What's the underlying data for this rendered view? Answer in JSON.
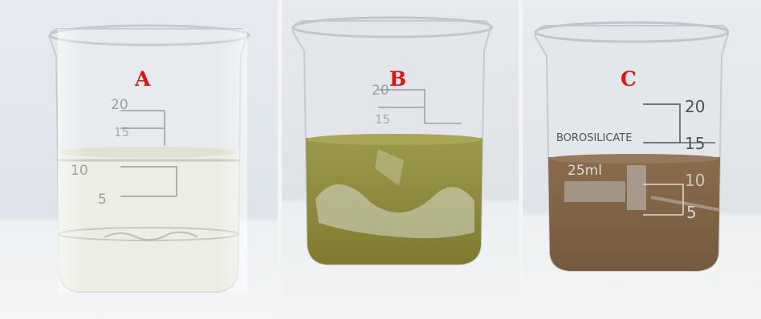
{
  "labels": {
    "a": "A",
    "b": "B",
    "c": "C"
  },
  "beakers": {
    "a": {
      "marks": [
        "20",
        "15",
        "10",
        "5"
      ]
    },
    "b": {
      "marks": [
        "20",
        "15"
      ]
    },
    "c": {
      "marks": [
        "20",
        "15",
        "10",
        "5"
      ],
      "volume_text": "25ml",
      "brand_text": "BOROSILICATE"
    }
  },
  "liquid_colors": {
    "a": "#e9ecdf",
    "b": "#8f8c3c",
    "c": "#82674a"
  }
}
